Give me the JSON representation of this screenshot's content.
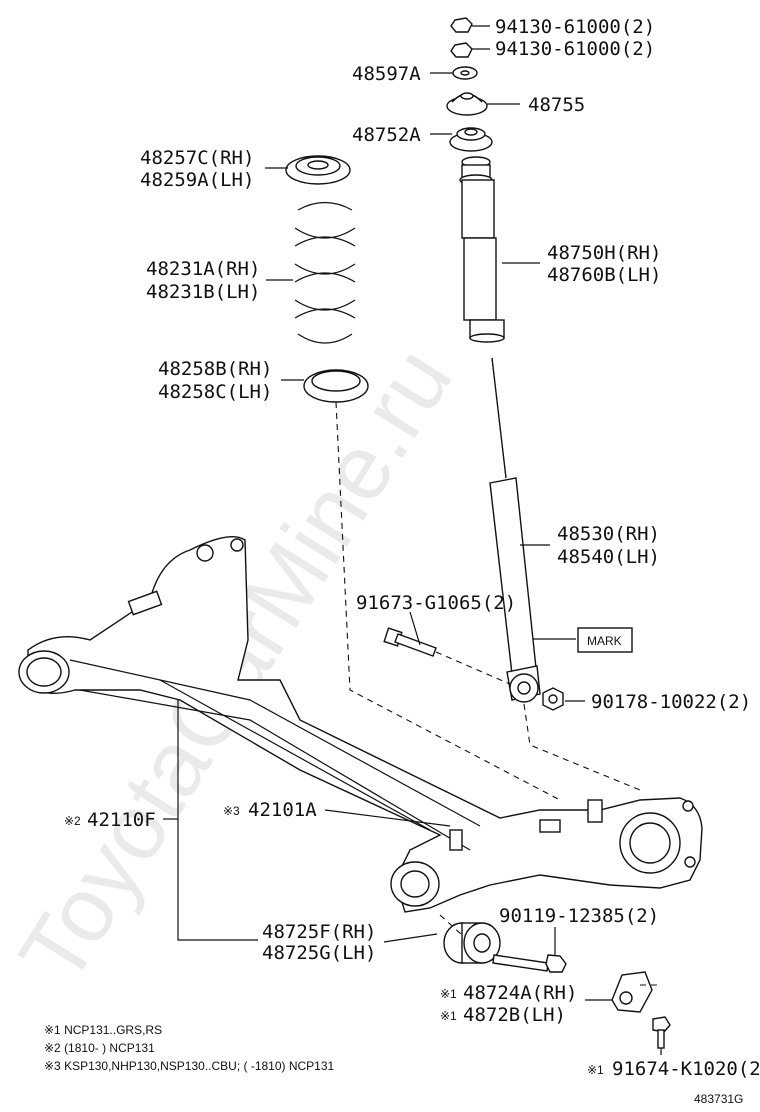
{
  "watermark": "ToyotaCarMine.ru",
  "labels": {
    "nut_top_1": "94130-61000(2)",
    "nut_top_2": "94130-61000(2)",
    "washer": "48597A",
    "cushion": "48755",
    "support": "48752A",
    "upper_seat_rh": "48257C(RH)",
    "upper_seat_lh": "48259A(LH)",
    "spring_rh": "48231A(RH)",
    "spring_lh": "48231B(LH)",
    "bumper_rh": "48750H(RH)",
    "bumper_lh": "48760B(LH)",
    "lower_seat_rh": "48258B(RH)",
    "lower_seat_lh": "48258C(LH)",
    "absorber_rh": "48530(RH)",
    "absorber_lh": "48540(LH)",
    "bolt_lower": "91673-G1065(2)",
    "mark": "MARK",
    "nut_lower": "90178-10022(2)",
    "beam_mark": "※2",
    "beam": "42110F",
    "axle_mark": "※3",
    "axle": "42101A",
    "bush_bolt": "90119-12385(2)",
    "bush_rh": "48725F(RH)",
    "bush_lh": "48725G(LH)",
    "bracket_mark_1": "※1",
    "bracket_rh": "48724A(RH)",
    "bracket_mark_2": "※1",
    "bracket_lh": "4872B(LH)",
    "bracket_bolt_mark": "※1",
    "bracket_bolt": "91674-K1020(2)"
  },
  "notes": [
    "※1  NCP131..GRS,RS",
    "※2 (1810-         ) NCP131",
    "※3 KSP130,NHP130,NSP130..CBU; (         -1810) NCP131"
  ],
  "figure_code": "483731G"
}
